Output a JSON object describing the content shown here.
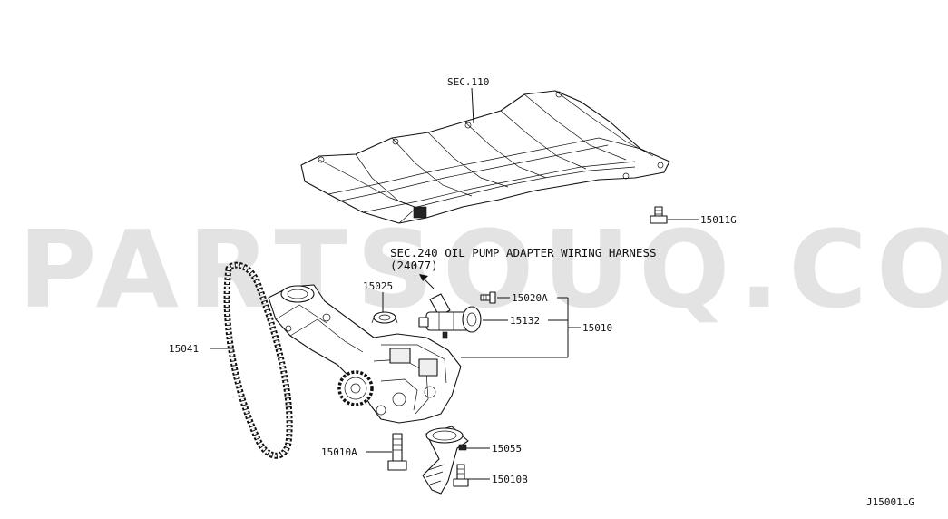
{
  "watermark": "PARTSOUQ.COM",
  "diagram_code": "J15001LG",
  "labels": {
    "sec110": "SEC.110",
    "p15011g": "15011G",
    "sec240_line1": "SEC.240 OIL PUMP ADAPTER WIRING HARNESS",
    "sec240_line2": "(24077)",
    "p15025": "15025",
    "p15020a": "15020A",
    "p15132": "15132",
    "p15010": "15010",
    "p15041": "15041",
    "p15010a": "15010A",
    "p15055": "15055",
    "p15010b": "15010B"
  }
}
